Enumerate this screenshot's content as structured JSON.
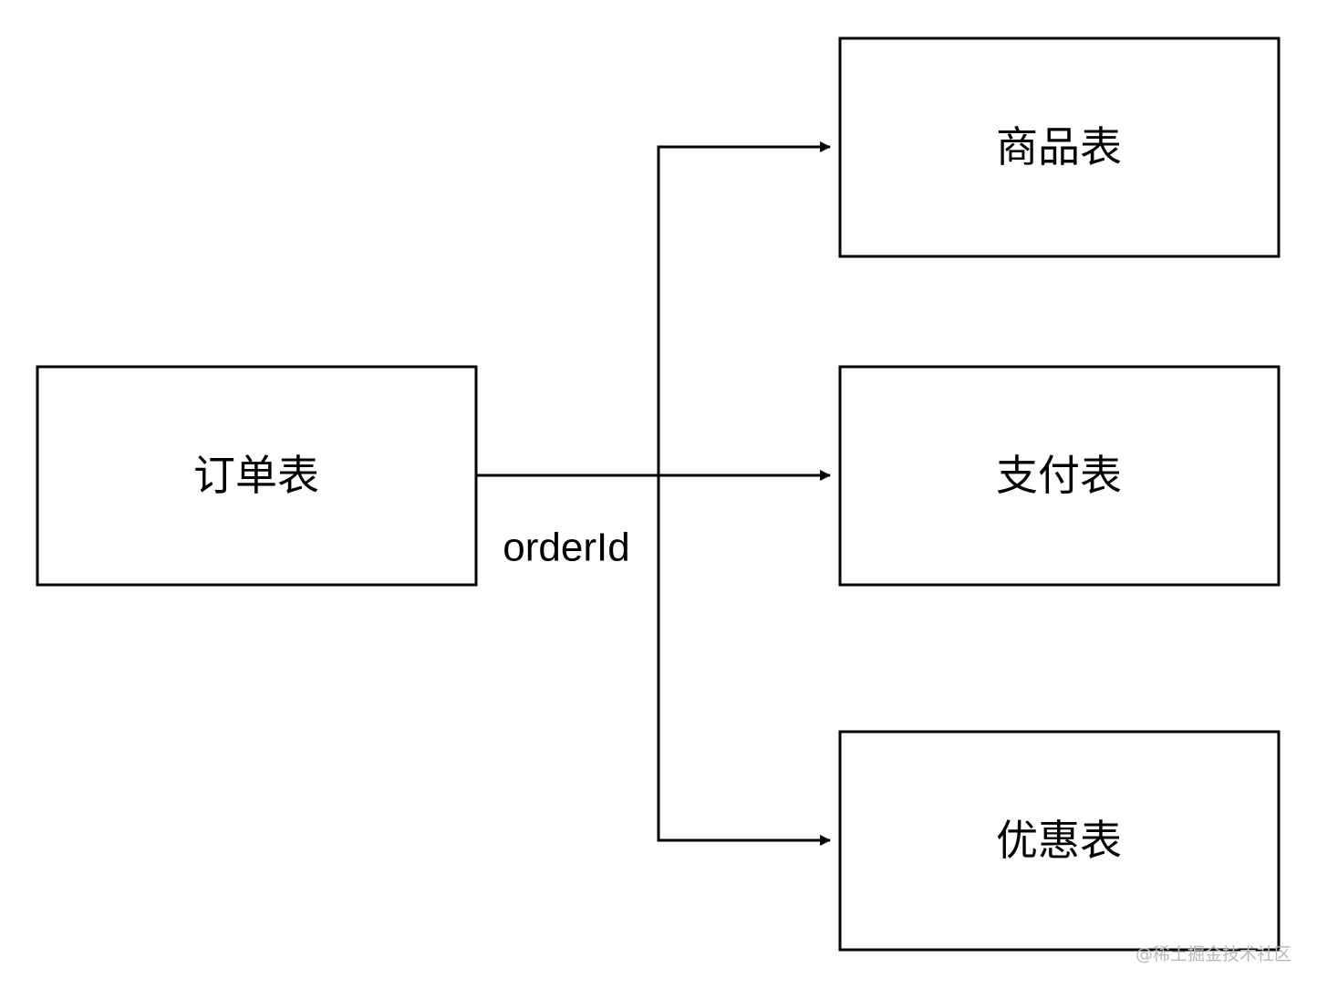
{
  "diagram": {
    "nodes": {
      "order": {
        "label": "订单表"
      },
      "goods": {
        "label": "商品表"
      },
      "payment": {
        "label": "支付表"
      },
      "discount": {
        "label": "优惠表"
      }
    },
    "edges": [
      {
        "from": "order",
        "to": "goods"
      },
      {
        "from": "order",
        "to": "payment"
      },
      {
        "from": "order",
        "to": "discount"
      }
    ],
    "edge_label": "orderId",
    "colors": {
      "stroke": "#000000",
      "background": "#ffffff",
      "watermark": "#b9b9b9"
    }
  },
  "watermark": "@稀土掘金技术社区"
}
